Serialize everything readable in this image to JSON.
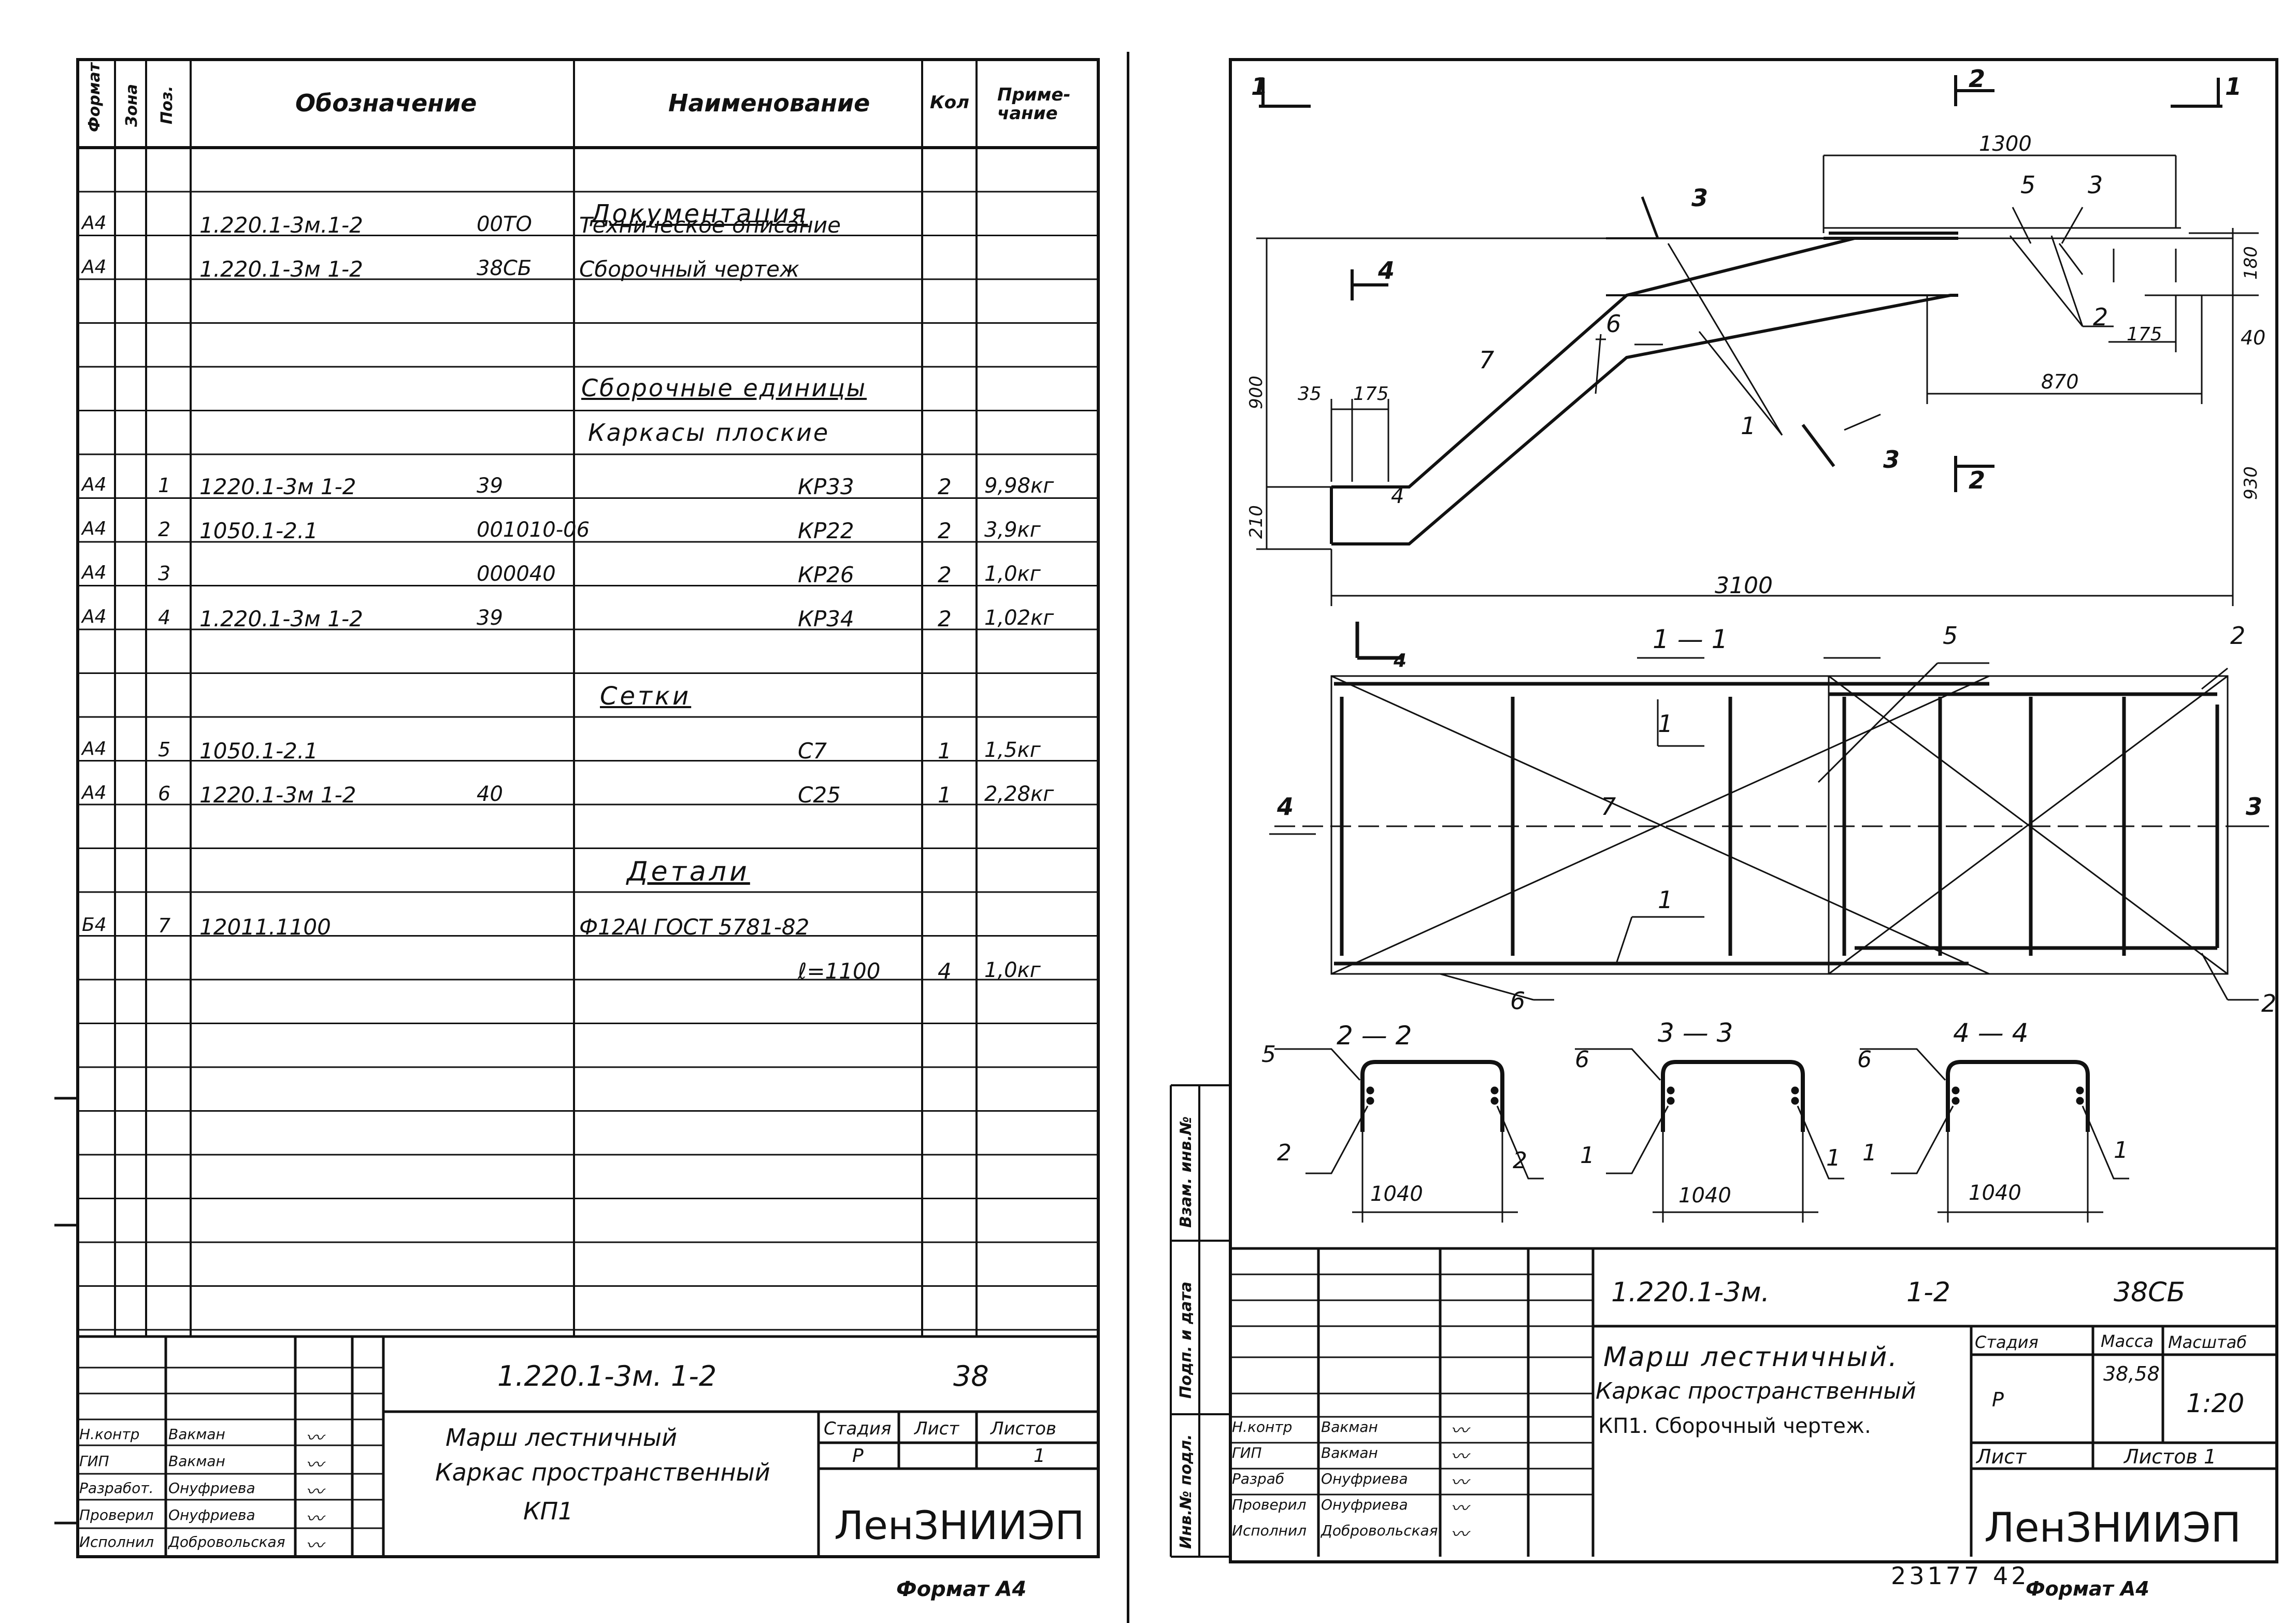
{
  "spec_sheet": {
    "header": {
      "format": "Формат",
      "zone": "Зона",
      "pos": "Поз.",
      "designation": "Обозначение",
      "name": "Наименование",
      "qty": "Кол",
      "note": "Приме-\nчание"
    },
    "sections": {
      "documentation": "Документация",
      "assembly_units": "Сборочные единицы",
      "flat_frames": "Каркасы плоские",
      "meshes": "Сетки",
      "details": "Детали"
    },
    "rows": [
      {
        "format": "А4",
        "pos": "",
        "designation": "1.220.1-3м.1-2",
        "code": "00ТО",
        "name": "Техническое описание",
        "qty": "",
        "note": ""
      },
      {
        "format": "А4",
        "pos": "",
        "designation": "1.220.1-3м 1-2",
        "code": "38СБ",
        "name": "Сборочный чертеж",
        "qty": "",
        "note": ""
      },
      {
        "format": "А4",
        "pos": "1",
        "designation": "1220.1-3м 1-2",
        "code": "39",
        "name": "КР33",
        "qty": "2",
        "note": "9,98кг"
      },
      {
        "format": "А4",
        "pos": "2",
        "designation": "1050.1-2.1",
        "code": "001010-06",
        "name": "КР22",
        "qty": "2",
        "note": "3,9кг"
      },
      {
        "format": "А4",
        "pos": "3",
        "designation": "",
        "code": "000040",
        "name": "КР26",
        "qty": "2",
        "note": "1,0кг"
      },
      {
        "format": "А4",
        "pos": "4",
        "designation": "1.220.1-3м 1-2",
        "code": "39",
        "name": "КР34",
        "qty": "2",
        "note": "1,02кг"
      },
      {
        "format": "А4",
        "pos": "5",
        "designation": "1050.1-2.1",
        "code": "",
        "name": "С7",
        "qty": "1",
        "note": "1,5кг"
      },
      {
        "format": "А4",
        "pos": "6",
        "designation": "1220.1-3м 1-2",
        "code": "40",
        "name": "С25",
        "qty": "1",
        "note": "2,28кг"
      },
      {
        "format": "Б4",
        "pos": "7",
        "designation": "12011.1100",
        "code": "",
        "name": "Ф12АI ГОСТ 5781-82",
        "qty": "",
        "note": ""
      },
      {
        "format": "",
        "pos": "",
        "designation": "",
        "code": "",
        "name": "ℓ=1100",
        "qty": "4",
        "note": "1,0кг"
      }
    ],
    "title_block": {
      "doc_code": "1.220.1-3м. 1-2",
      "doc_num": "38",
      "title_line1": "Марш лестничный",
      "title_line2": "Каркас пространственный",
      "title_line3": "КП1",
      "stage_label": "Стадия",
      "sheet_label": "Лист",
      "sheets_label": "Листов",
      "stage": "Р",
      "sheets": "1",
      "org": "ЛенЗНИИЭП",
      "roles": [
        {
          "role": "Н.контр",
          "name": "Вакман"
        },
        {
          "role": "ГИП",
          "name": "Вакман"
        },
        {
          "role": "Разработ.",
          "name": "Онуфриева"
        },
        {
          "role": "Проверил",
          "name": "Онуфриева"
        },
        {
          "role": "Исполнил",
          "name": "Добровольская"
        }
      ]
    },
    "format_footer": "Формат А4"
  },
  "drawing_sheet": {
    "side_stamps": [
      "Взам. инв.№",
      "Подп. и дата",
      "Инв.№ подл."
    ],
    "section_marks": {
      "s1": "1",
      "s2": "2",
      "s3": "3",
      "s4": "4",
      "sec11": "1 — 1",
      "sec22": "2 — 2",
      "sec33": "3 — 3",
      "sec44": "4 — 4"
    },
    "dims": {
      "d1300": "1300",
      "d180": "180",
      "d40": "40",
      "d175a": "175",
      "d870": "870",
      "d900": "900",
      "d930": "930",
      "d35": "35",
      "d175b": "175",
      "d210": "210",
      "d3100": "3100",
      "d1040": "1040"
    },
    "callouts": [
      "1",
      "2",
      "3",
      "4",
      "5",
      "6",
      "7"
    ],
    "title_block": {
      "doc_code": "1.220.1-3м.",
      "doc_sub": "1-2",
      "doc_num": "38СБ",
      "title_line1": "Марш лестничный.",
      "title_line2": "Каркас пространственный",
      "title_line3": "КП1. Сборочный чертеж.",
      "stage_label": "Стадия",
      "mass_label": "Масса",
      "scale_label": "Масштаб",
      "stage": "Р",
      "mass": "38,58",
      "scale": "1:20",
      "sheet_label": "Лист",
      "sheets_label": "Листов 1",
      "org": "ЛенЗНИИЭП",
      "roles": [
        {
          "role": "Н.контр",
          "name": "Вакман"
        },
        {
          "role": "ГИП",
          "name": "Вакман"
        },
        {
          "role": "Разраб",
          "name": "Онуфриева"
        },
        {
          "role": "Проверил",
          "name": "Онуфриева"
        },
        {
          "role": "Исполнил",
          "name": "Добровольская"
        }
      ]
    },
    "bottom_number": "23177 42",
    "format_footer": "Формат А4"
  }
}
